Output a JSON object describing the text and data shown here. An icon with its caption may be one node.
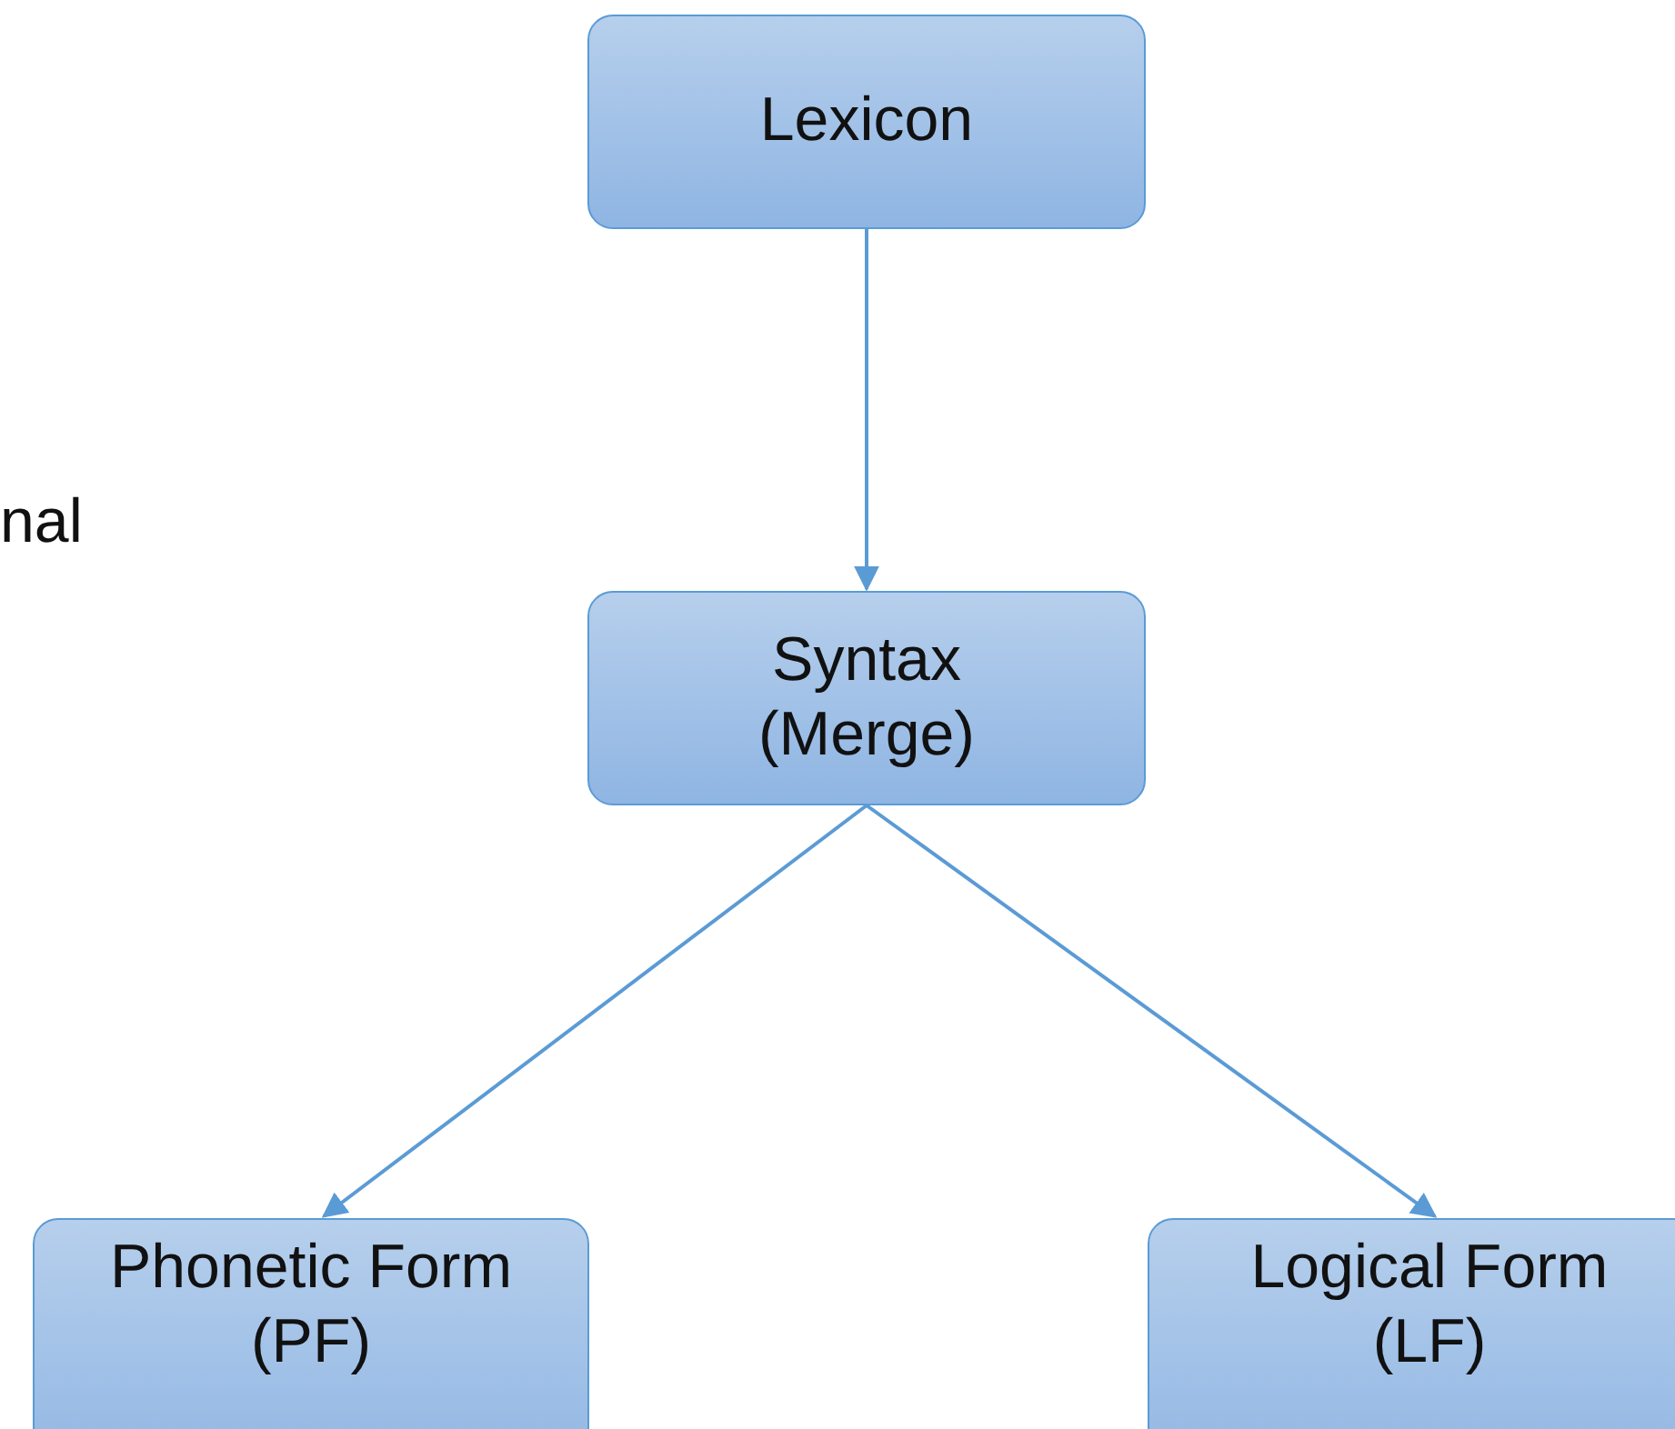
{
  "diagram": {
    "nodes": [
      {
        "text": [
          "Lexicon"
        ]
      },
      {
        "text": [
          "Syntax (Merge)"
        ]
      },
      {
        "text": [
          "Phonetic Form (PF)"
        ]
      },
      {
        "text": [
          "Logical Form (LF)"
        ]
      }
    ],
    "edges": [
      {
        "from": 0,
        "to": 1,
        "arrow": "to"
      },
      {
        "from": 1,
        "to": 2,
        "arrow": "to"
      },
      {
        "from": 1,
        "to": 3,
        "arrow": "to"
      }
    ],
    "labels": [
      "nal"
    ]
  }
}
